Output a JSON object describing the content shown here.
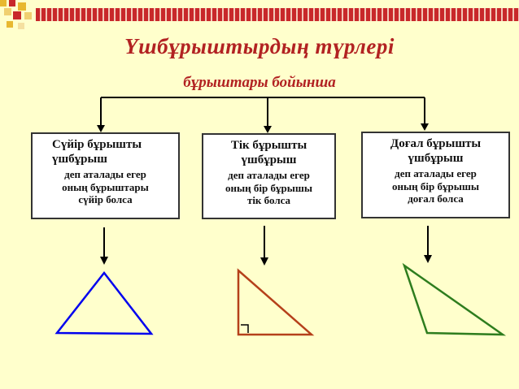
{
  "title": "Үшбұрыштырдың түрлері",
  "subtitle": "бұрыштары бойынша",
  "colors": {
    "accent": "#B22222",
    "background": "#FFFFCC",
    "acute": "#0000EE",
    "right": "#B5401A",
    "obtuse": "#2E7D1E",
    "lines": "#000000"
  },
  "boxes": [
    {
      "heading": "Сүйір бұрышты\nүшбұрыш",
      "definition": "деп аталады егер\nоның бұрыштары\nсүйір болса"
    },
    {
      "heading": "Тік бұрышты\nүшбұрыш",
      "definition": "деп аталады егер\nоның бір бұрышы\nтік болса"
    },
    {
      "heading": "Доғал бұрышты\nүшбұрыш",
      "definition": "деп аталады егер\nоның бір бұрышы\nдоғал болса"
    }
  ]
}
